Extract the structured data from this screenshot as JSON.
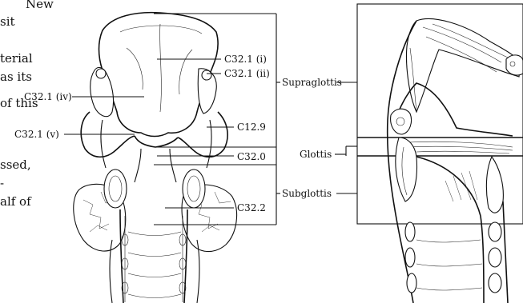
{
  "background_text": [
    "New",
    "sit",
    "terial",
    "as its",
    "of this",
    "ssed,",
    "-",
    "alf of"
  ],
  "left_diagram": {
    "labels": {
      "c321_i": "C32.1 (i)",
      "c321_ii": "C32.1 (ii)",
      "c321_iv": "C32.1 (iv)",
      "c321_v": "C32.1 (v)",
      "c129": "C12.9",
      "c320": "C32.0",
      "c322": "C32.2"
    }
  },
  "regions": {
    "supraglottis": "Supraglottis",
    "glottis": "Glottis",
    "subglottis": "Subglottis"
  }
}
